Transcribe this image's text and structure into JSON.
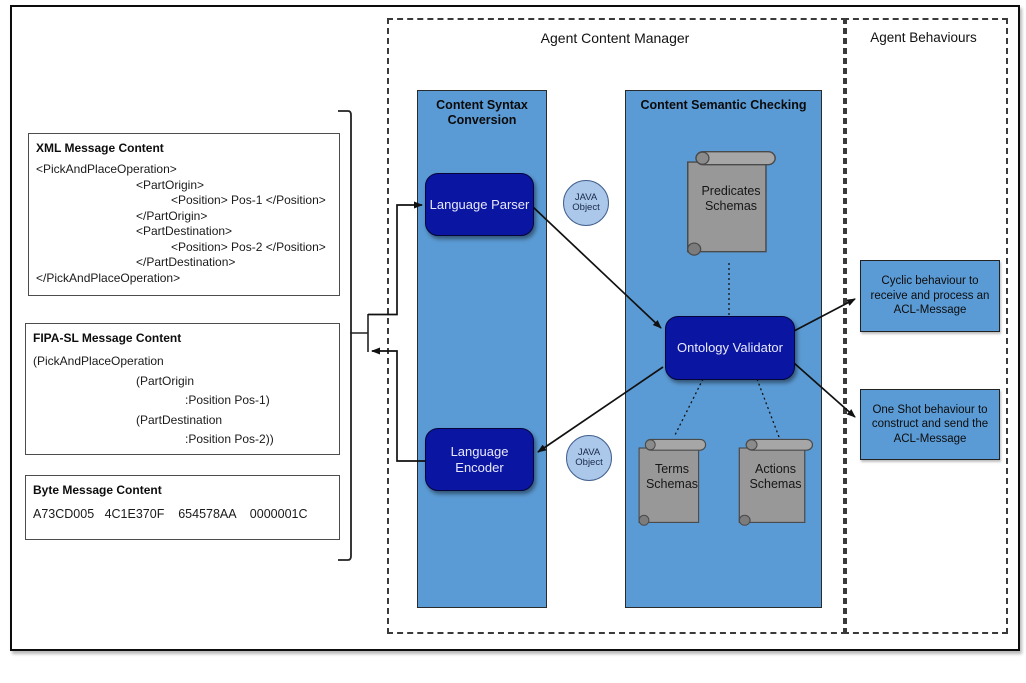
{
  "regions": {
    "acm_title": "Agent Content Manager",
    "behaviours_title": "Agent Behaviours"
  },
  "messages": {
    "xml": {
      "title": "XML Message Content",
      "lines": [
        "<PickAndPlaceOperation>",
        "<PartOrigin>",
        "<Position> Pos-1 </Position>",
        "</PartOrigin>",
        "<PartDestination>",
        "<Position> Pos-2 </Position>",
        "</PartDestination>",
        "</PickAndPlaceOperation>"
      ]
    },
    "fipa": {
      "title": "FIPA-SL Message Content",
      "lines": [
        "(PickAndPlaceOperation",
        "(PartOrigin",
        ":Position Pos-1)",
        "(PartDestination",
        ":Position Pos-2))"
      ]
    },
    "byte": {
      "title": "Byte Message Content",
      "hex": "A73CD005   4C1E370F    654578AA    0000001C"
    }
  },
  "syntax_panel": {
    "title": "Content Syntax Conversion",
    "parser_label": "Language Parser",
    "encoder_label": "Language Encoder"
  },
  "semantic_panel": {
    "title": "Content Semantic Checking",
    "predicates_label": "Predicates Schemas",
    "terms_label": "Terms Schemas",
    "actions_label": "Actions Schemas",
    "validator_label": "Ontology Validator"
  },
  "java_objects": {
    "top": "JAVA Object",
    "bottom": "JAVA Object"
  },
  "behaviours": {
    "cyclic": "Cyclic behaviour to receive and process an ACL-Message",
    "oneshot": "One Shot behaviour to construct and send the ACL-Message"
  },
  "icons": {
    "predicates": "scroll-icon",
    "terms": "scroll-icon",
    "actions": "scroll-icon"
  },
  "colors": {
    "panel_blue": "#5B9BD5",
    "process_navy": "#0a16a2",
    "java_blue": "#abc8ea",
    "scroll_gray": "#999999",
    "line_black": "#1a1a1a"
  }
}
